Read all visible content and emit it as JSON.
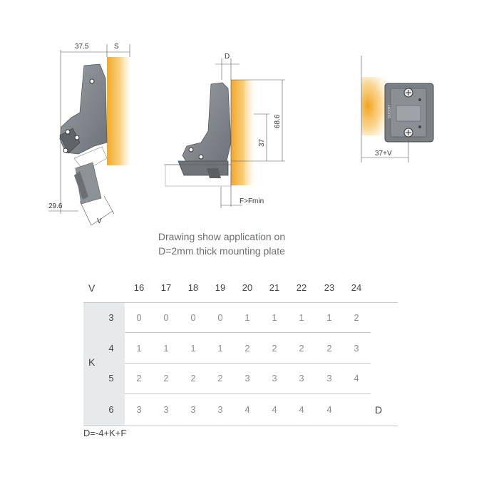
{
  "drawings": {
    "left": {
      "dim_37_5": "37.5",
      "dim_s": "S",
      "dim_29_6": "29.6",
      "dim_v": "V"
    },
    "middle": {
      "dim_d": "D",
      "dim_68_6": "68.6",
      "dim_37": "37",
      "dim_f": "F>Fmin"
    },
    "right": {
      "dim_37v": "37+V",
      "plate_marking": "DUO/HT"
    }
  },
  "caption": {
    "line1": "Drawing show application on",
    "line2": "D=2mm thick mounting plate"
  },
  "table": {
    "v_label": "V",
    "k_label": "K",
    "v_values": [
      "16",
      "17",
      "18",
      "19",
      "20",
      "21",
      "22",
      "23",
      "24"
    ],
    "rows": [
      {
        "k": "3",
        "cells": [
          "0",
          "0",
          "0",
          "0",
          "1",
          "1",
          "1",
          "1",
          "2"
        ]
      },
      {
        "k": "4",
        "cells": [
          "1",
          "1",
          "1",
          "1",
          "2",
          "2",
          "2",
          "2",
          "3"
        ]
      },
      {
        "k": "5",
        "cells": [
          "2",
          "2",
          "2",
          "2",
          "3",
          "3",
          "3",
          "3",
          "4"
        ]
      },
      {
        "k": "6",
        "cells": [
          "3",
          "3",
          "3",
          "3",
          "4",
          "4",
          "4",
          "4",
          ""
        ]
      }
    ],
    "right_label": "D",
    "formula": "D=-4+K+F"
  },
  "colors": {
    "hinge": "#7b8085",
    "hinge_dark": "#5a5f64",
    "panel": "#f4b43f",
    "grid": "#c6c8ca",
    "band": "#e8e9eb"
  }
}
